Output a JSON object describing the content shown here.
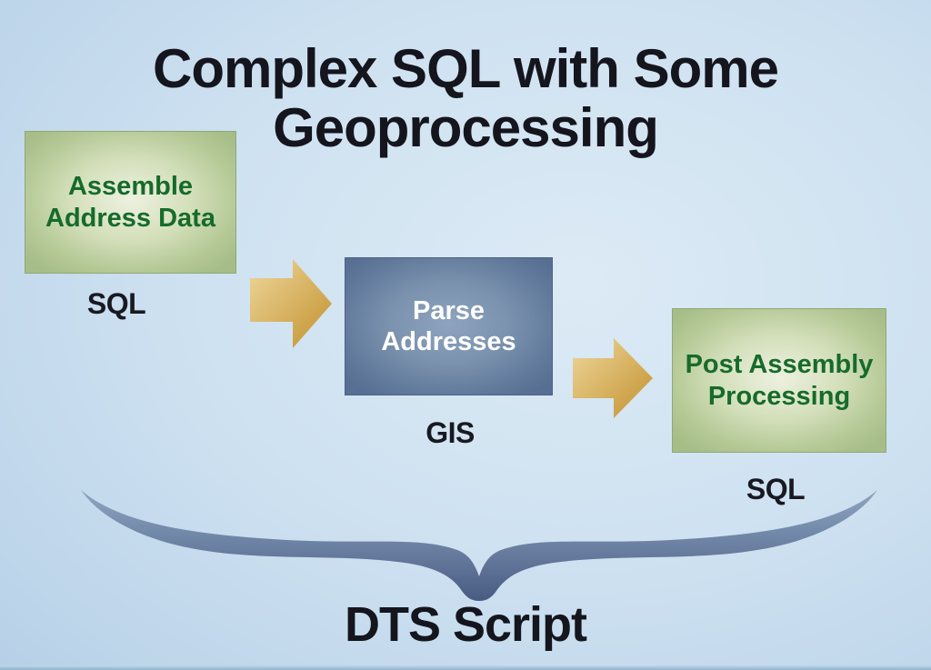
{
  "title": {
    "line1": "Complex SQL with Some",
    "line2": "Geoprocessing"
  },
  "nodes": [
    {
      "id": "assemble",
      "line1": "Assemble",
      "line2": "Address Data",
      "sublabel": "SQL",
      "style": "green"
    },
    {
      "id": "parse",
      "line1": "Parse",
      "line2": "Addresses",
      "sublabel": "GIS",
      "style": "blue"
    },
    {
      "id": "post",
      "line1": "Post Assembly",
      "line2": "Processing",
      "sublabel": "SQL",
      "style": "green"
    }
  ],
  "brace": {
    "label": "DTS Script"
  },
  "colors": {
    "background_center": "#dceaf5",
    "background_edge": "#b4cee6",
    "title_text": "#15151e",
    "green_box_center": "#edf1e0",
    "green_box_edge": "#a6bd88",
    "green_text": "#166b2b",
    "blue_box_center": "#8da3be",
    "blue_box_edge": "#566f92",
    "blue_box_text": "#ffffff",
    "sublabel_text": "#191922",
    "arrow_light": "#eed79b",
    "arrow_dark": "#c2912e",
    "brace_light": "#8ea5c1",
    "brace_dark": "#485c83"
  }
}
